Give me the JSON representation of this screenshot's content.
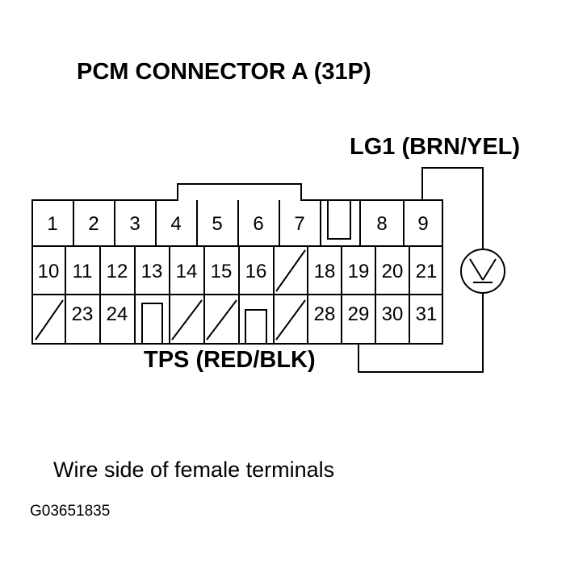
{
  "title": "PCM CONNECTOR A (31P)",
  "lg1_label": "LG1 (BRN/YEL)",
  "tps_label": "TPS (RED/BLK)",
  "caption": "Wire side of female terminals",
  "figure_code": "G03651835",
  "meter_icon": "voltmeter-icon",
  "terminals": {
    "row1": [
      "1",
      "2",
      "3",
      "4",
      "5",
      "6",
      "7",
      "",
      "8",
      "9"
    ],
    "row2": [
      "10",
      "11",
      "12",
      "13",
      "14",
      "15",
      "16",
      "",
      "18",
      "19",
      "20",
      "21"
    ],
    "row3": [
      "",
      "23",
      "24",
      "",
      "",
      "",
      "",
      "",
      "28",
      "29",
      "30",
      "31"
    ]
  },
  "colors": {
    "line": "#000000",
    "background": "#ffffff"
  }
}
